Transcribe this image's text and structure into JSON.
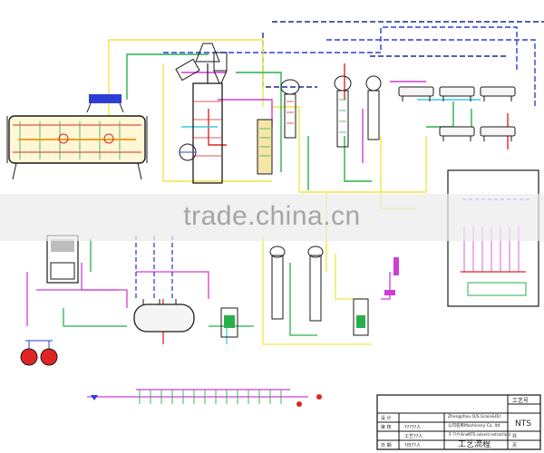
{
  "colors": {
    "background": "#ffffff",
    "pipe_blue": "#2b3fd6",
    "pipe_navy": "#1c2a8c",
    "pipe_green": "#27b04a",
    "pipe_yellow": "#f0e640",
    "pipe_magenta": "#d03dd6",
    "pipe_red": "#e02424",
    "pipe_cyan": "#3ccbe0",
    "equipment_outline": "#1a1a1a",
    "title_block": "#111111",
    "watermark_text": "#a0a0a0"
  },
  "watermark": {
    "text": "trade.china.cn"
  },
  "title_block": {
    "project_code": "NTS",
    "header_label": "工艺号",
    "company_line_1": "Zhengzhou Q/S Grain&Oil",
    "company_line_2": "公司名称Machinery Co. ltd",
    "project_line": "子 ??产(lineNTS solvent extraction)",
    "row_1_label": "设 计",
    "row_1_value": "?????人",
    "row_2_label": "审 核",
    "row_2_value": "工艺??人",
    "row_3_label": "日 期",
    "row_3_value": "?日??人",
    "drawing_title": "工艺流程",
    "sheet_label": "共",
    "page_label": "页"
  }
}
